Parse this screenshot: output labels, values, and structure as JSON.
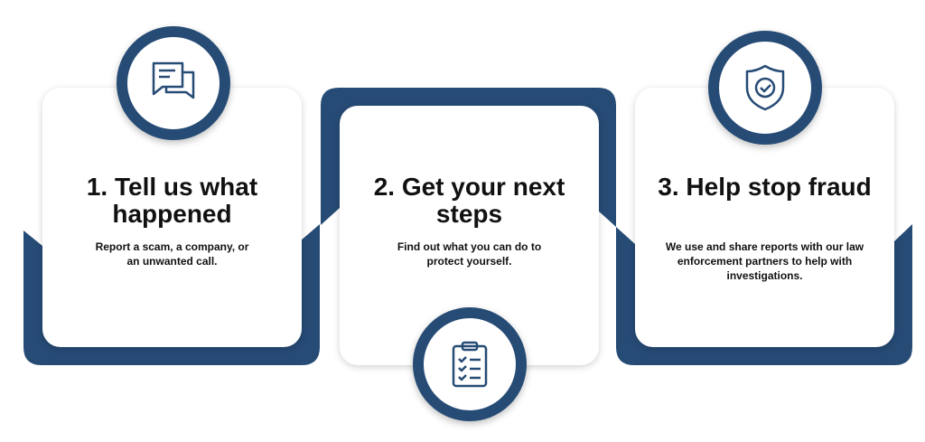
{
  "colors": {
    "brand": "#264b75",
    "card": "#ffffff",
    "text": "#111111"
  },
  "steps": [
    {
      "title": "1. Tell us what happened",
      "description": "Report a scam, a company, or an unwanted call.",
      "icon": "chat-bubbles-icon"
    },
    {
      "title": "2. Get your next steps",
      "description": "Find out what you can do to protect yourself.",
      "icon": "clipboard-checklist-icon"
    },
    {
      "title": "3. Help stop fraud",
      "description": "We use and share reports with our law enforcement partners to help with investigations.",
      "icon": "shield-check-icon"
    }
  ]
}
